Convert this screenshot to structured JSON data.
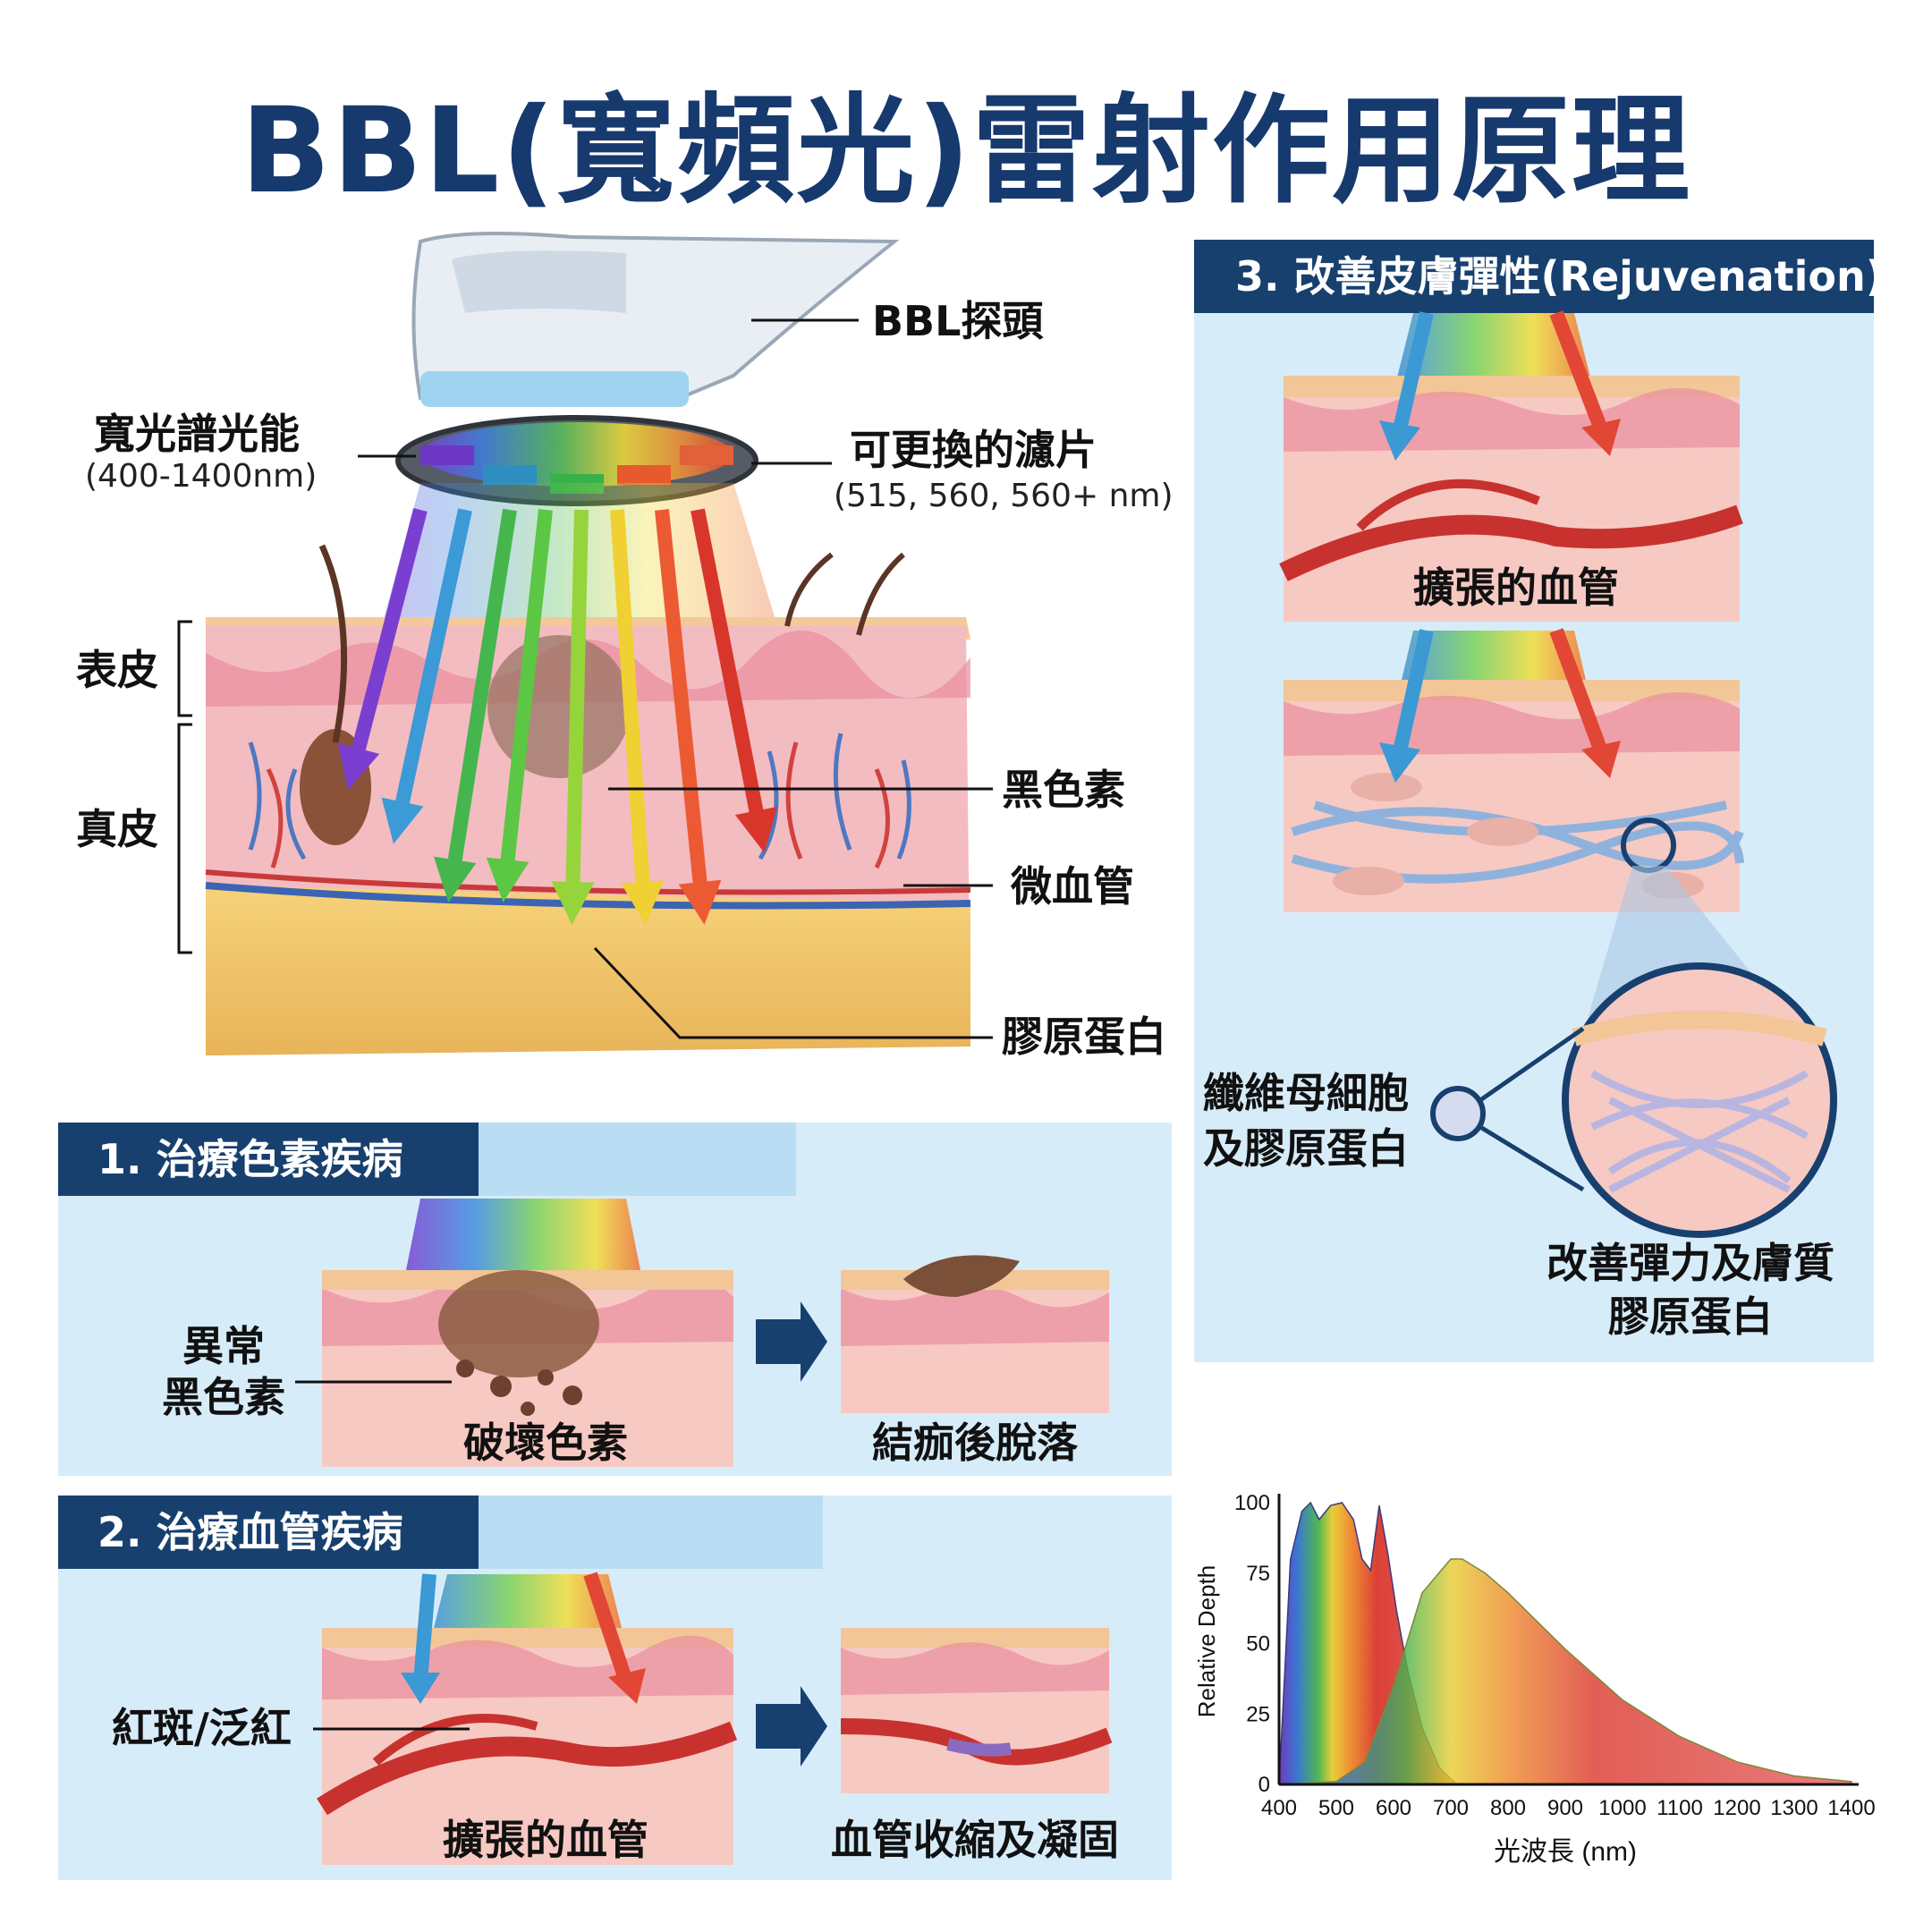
{
  "title": "BBL(寬頻光)雷射作用原理",
  "main_diagram": {
    "probe_label": "BBL探頭",
    "spectrum_label": "寬光譜光能",
    "spectrum_range": "(400-1400nm)",
    "filter_label": "可更換的濾片",
    "filter_values": "(515, 560, 560+ nm)",
    "epidermis": "表皮",
    "dermis": "真皮",
    "melanin": "黑色素",
    "capillary": "微血管",
    "collagen": "膠原蛋白"
  },
  "section1": {
    "heading": "1. 治療色素疾病",
    "abnormal_line1": "異常",
    "abnormal_line2": "黑色素",
    "left_caption": "破壞色素",
    "right_caption": "結痂後脫落"
  },
  "section2": {
    "heading": "2. 治療血管疾病",
    "side_label": "紅斑/泛紅",
    "left_caption": "擴張的血管",
    "right_caption": "血管收縮及凝固"
  },
  "section3": {
    "heading": "3. 改善皮膚彈性(Rejuvenation)",
    "top_caption": "擴張的血管",
    "fibro_line1": "纖維母細胞",
    "fibro_line2": "及膠原蛋白",
    "result_line1": "改善彈力及膚質",
    "result_line2": "膠原蛋白"
  },
  "chart_data": {
    "type": "area",
    "xlabel": "光波長 (nm)",
    "ylabel": "Relative Depth",
    "xlim": [
      400,
      1400
    ],
    "ylim": [
      0,
      100
    ],
    "x_ticks": [
      400,
      500,
      600,
      700,
      800,
      900,
      1000,
      1100,
      1200,
      1300,
      1400
    ],
    "y_ticks": [
      0,
      25,
      50,
      75,
      100
    ],
    "grid": false,
    "series": [
      {
        "x": [
          400,
          420,
          440,
          455,
          470,
          490,
          510,
          530,
          545,
          560,
          575,
          590,
          605,
          625,
          650,
          680,
          710
        ],
        "values": [
          0,
          80,
          97,
          100,
          94,
          99,
          100,
          94,
          80,
          76,
          99,
          82,
          62,
          40,
          20,
          6,
          0
        ]
      },
      {
        "x": [
          400,
          500,
          550,
          600,
          650,
          700,
          720,
          760,
          800,
          900,
          1000,
          1100,
          1200,
          1300,
          1400
        ],
        "values": [
          0,
          1,
          8,
          35,
          68,
          80,
          80,
          75,
          68,
          48,
          30,
          17,
          8,
          3,
          1
        ]
      }
    ],
    "colors": {
      "violet": "#6a2fb8",
      "blue": "#2f6fd0",
      "green": "#47b24b",
      "yellow": "#e6cc2e",
      "orange": "#ee8a2a",
      "red": "#d9362b"
    }
  }
}
